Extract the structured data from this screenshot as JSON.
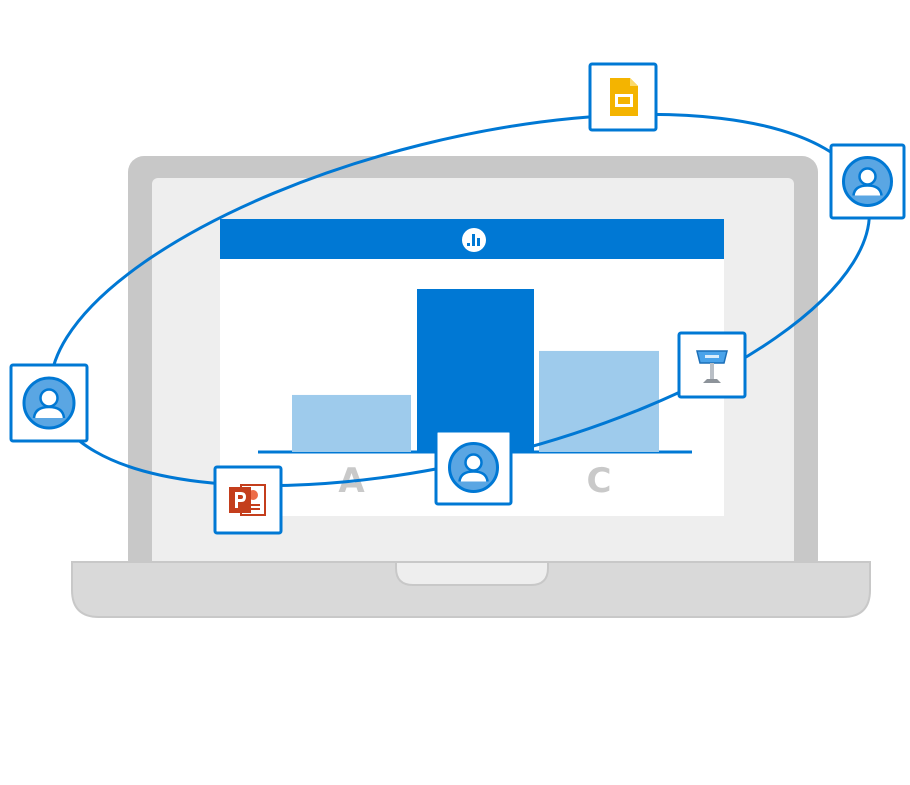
{
  "colors": {
    "accent": "#0078d4",
    "bar_light": "#9ecbec",
    "bar_dark": "#0078d4",
    "laptop_frame": "#c8c8c8",
    "laptop_screen": "#eeeeee",
    "laptop_base": "#d8d8d8",
    "category_text": "#c9c9c9"
  },
  "chart_data": {
    "type": "bar",
    "categories": [
      "A",
      "",
      "C"
    ],
    "values": [
      0.35,
      1.0,
      0.62
    ],
    "ylim": [
      0,
      1.05
    ],
    "grid": false,
    "legend": "none"
  },
  "icons": {
    "header": "poll-analytics-icon",
    "user": "user-avatar-icon",
    "google_slides": "google-slides-icon",
    "keynote": "keynote-icon",
    "powerpoint": "powerpoint-icon"
  }
}
